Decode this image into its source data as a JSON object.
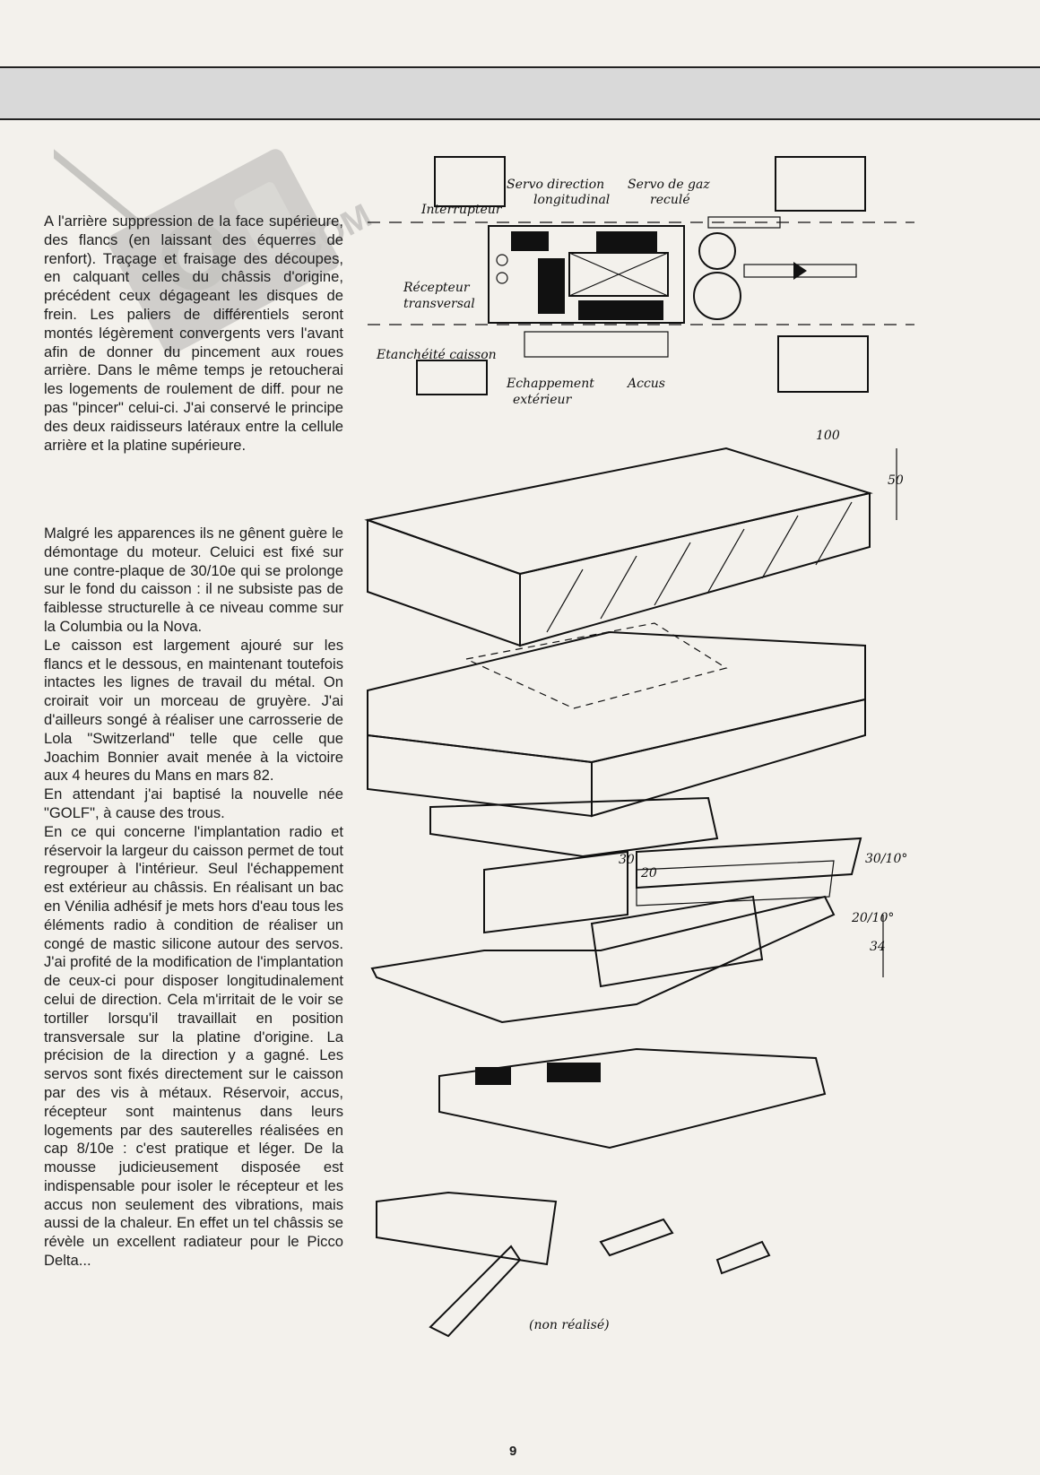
{
  "watermark": {
    "text": ".COM",
    "icon": "rc-transmitter-logo"
  },
  "text": {
    "p1": "A l'arrière suppression de la face supérieure, des flancs (en laissant des équerres de renfort). Traçage et fraisage des découpes, en calquant celles du châssis d'origine, précédent ceux dégageant les disques de frein. Les paliers de différentiels seront montés légèrement convergents vers l'avant afin de donner du pincement aux roues arrière. Dans le même temps je retoucherai les logements de roulement de diff. pour ne pas \"pincer\" celui-ci. J'ai conservé le principe des deux raidisseurs latéraux entre la cellule arrière et la platine supérieure.",
    "p2": "Malgré les apparences ils ne gênent guère le démontage du moteur. Celuici est fixé sur une contre-plaque de 30/10e qui se prolonge sur le fond du caisson : il ne subsiste pas de faiblesse structurelle à ce niveau comme sur la Columbia ou la Nova.",
    "p3": "Le caisson est largement ajouré sur les flancs et le dessous, en maintenant toutefois intactes les lignes de travail du métal. On croirait voir un morceau de gruyère. J'ai d'ailleurs songé à réaliser une carrosserie de Lola \"Switzerland\" telle que celle que Joachim Bonnier avait menée à la victoire aux 4 heures du Mans en mars 82.",
    "p4": "En attendant j'ai baptisé la nouvelle née \"GOLF\", à cause des trous.",
    "p5": "En ce qui concerne l'implantation radio et réservoir la largeur du caisson permet de tout regrouper à l'intérieur. Seul l'échappement est extérieur au châssis. En réalisant un bac en Vénilia adhésif je mets hors d'eau tous les éléments radio à condition de réaliser un congé de mastic silicone autour des servos. J'ai profité de la modification de l'implantation de ceux-ci pour disposer longitudinalement celui de direction. Cela m'irritait de le voir se tortiller lorsqu'il travaillait en position transversale sur la platine d'origine. La précision de la direction y a gagné. Les servos sont fixés directement sur le caisson par des vis à métaux. Réservoir, accus, récepteur sont maintenus dans leurs logements par des sauterelles réalisées en cap 8/10e : c'est pratique et léger. De la mousse judicieusement disposée est indispensable pour isoler le récepteur et les accus non seulement des vibrations, mais aussi de la chaleur. En effet un tel châssis se révèle un excellent radiateur pour le Picco Delta..."
  },
  "diagram": {
    "labels": {
      "servo_direction": "Servo direction",
      "longitudinal": "longitudinal",
      "servo_gaz": "Servo de gaz",
      "recule": "reculé",
      "interrupteur": "Interrupteur",
      "recepteur": "Récepteur",
      "transversal": "transversal",
      "etancheite": "Etanchéité caisson",
      "echappement": "Echappement",
      "exterieur": "extérieur",
      "accus": "Accus"
    },
    "dimensions": {
      "d100": "100",
      "d50": "50",
      "d30": "30",
      "d20": "20",
      "t20_10": "20/10°",
      "t30_10": "30/10°",
      "d34": "34"
    },
    "note": "(non réalisé)"
  },
  "page_number": "9"
}
